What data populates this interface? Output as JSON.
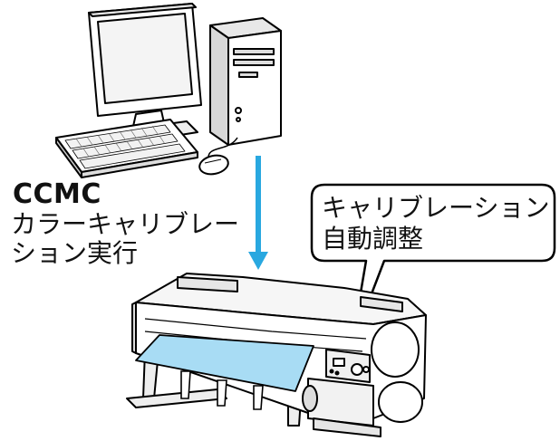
{
  "workflow": {
    "ccmc_label": {
      "title": "CCMC",
      "line1": "カラーキャリブレー",
      "line2": "ション実行"
    },
    "callout": {
      "line1": "キャリブレーション",
      "line2": "自動調整"
    }
  },
  "colors": {
    "arrow": "#29a8e0",
    "paper": "#a8dcf4",
    "outline": "#000000"
  },
  "icons": {
    "computer": "desktop-computer-icon",
    "printer": "large-format-printer-icon",
    "arrow": "arrow-down-icon"
  }
}
